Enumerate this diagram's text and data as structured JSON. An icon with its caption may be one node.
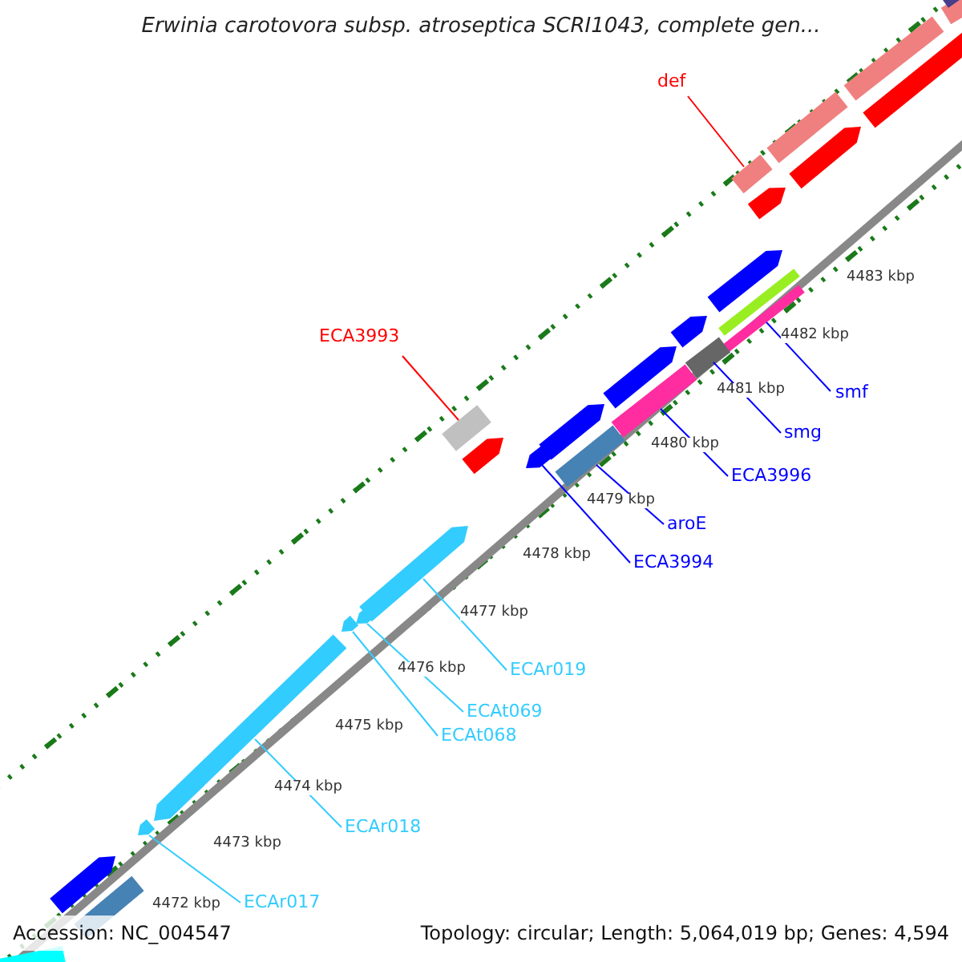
{
  "diagram": {
    "title": "Erwinia carotovora subsp. atroseptica SCRI1043, complete gen...",
    "nodes": [
      {
        "text": [
          "def"
        ]
      },
      {
        "text": [],
        "shape": "bar"
      },
      {
        "text": [
          "ECA3993"
        ]
      },
      {
        "text": [],
        "shape": "bar"
      },
      {
        "text": [
          "smf"
        ]
      },
      {
        "text": [],
        "shape": "bar"
      },
      {
        "text": [
          "smg"
        ]
      },
      {
        "text": [],
        "shape": "bar"
      },
      {
        "text": [
          "ECA3996"
        ]
      },
      {
        "text": [],
        "shape": "bar"
      },
      {
        "text": [
          "aroE"
        ]
      },
      {
        "text": [],
        "shape": "bar"
      },
      {
        "text": [
          "ECA3994"
        ]
      },
      {
        "text": [],
        "shape": "arrow"
      },
      {
        "text": [
          "ECAr019"
        ]
      },
      {
        "text": [],
        "shape": "arrow"
      },
      {
        "text": [
          "ECAt069"
        ]
      },
      {
        "text": [],
        "shape": "arrow"
      },
      {
        "text": [
          "ECAt068"
        ]
      },
      {
        "text": [],
        "shape": "arrow"
      },
      {
        "text": [
          "ECAr018"
        ]
      },
      {
        "text": [],
        "shape": "arrow"
      },
      {
        "text": [
          "ECAr017"
        ]
      },
      {
        "text": [],
        "shape": "arrow"
      },
      {
        "text": [],
        "shape": "bar"
      },
      {
        "text": [],
        "shape": "bar"
      },
      {
        "text": [],
        "shape": "bar"
      },
      {
        "text": [],
        "shape": "arrow"
      },
      {
        "text": [],
        "shape": "arrow"
      },
      {
        "text": [],
        "shape": "bar"
      },
      {
        "text": [],
        "shape": "bar"
      },
      {
        "text": [],
        "shape": "arrow"
      },
      {
        "text": [],
        "shape": "arrow"
      },
      {
        "text": [],
        "shape": "arrow"
      },
      {
        "text": [],
        "shape": "arrow"
      },
      {
        "text": [],
        "shape": "arrow"
      },
      {
        "text": [],
        "shape": "bar"
      },
      {
        "text": [],
        "shape": "arrow"
      },
      {
        "text": [],
        "shape": "bar"
      },
      {
        "text": [],
        "shape": "bar"
      }
    ],
    "edges": [
      {
        "from": 0,
        "to": 1,
        "arrow": "none",
        "color": "#ff0000"
      },
      {
        "from": 2,
        "to": 3,
        "arrow": "none",
        "color": "#ff0000"
      },
      {
        "from": 4,
        "to": 5,
        "arrow": "none"
      },
      {
        "from": 6,
        "to": 7,
        "arrow": "none"
      },
      {
        "from": 8,
        "to": 9,
        "arrow": "none"
      },
      {
        "from": 10,
        "to": 11,
        "arrow": "none"
      },
      {
        "from": 12,
        "to": 13,
        "arrow": "none"
      },
      {
        "from": 14,
        "to": 15,
        "arrow": "none",
        "color": "#33ccff"
      },
      {
        "from": 16,
        "to": 17,
        "arrow": "none",
        "color": "#33ccff"
      },
      {
        "from": 18,
        "to": 19,
        "arrow": "none",
        "color": "#33ccff"
      },
      {
        "from": 20,
        "to": 21,
        "arrow": "none",
        "color": "#33ccff"
      },
      {
        "from": 22,
        "to": 23,
        "arrow": "none",
        "color": "#33ccff"
      }
    ],
    "labels": [
      "4483 kbp",
      "4482 kbp",
      "4481 kbp",
      "4480 kbp",
      "4479 kbp",
      "4478 kbp",
      "4477 kbp",
      "4476 kbp",
      "4475 kbp",
      "4474 kbp",
      "4473 kbp",
      "4472 kbp",
      "Accession: NC_004547",
      "Topology: circular; Length: 5,064,019 bp; Genes: 4,594"
    ]
  }
}
